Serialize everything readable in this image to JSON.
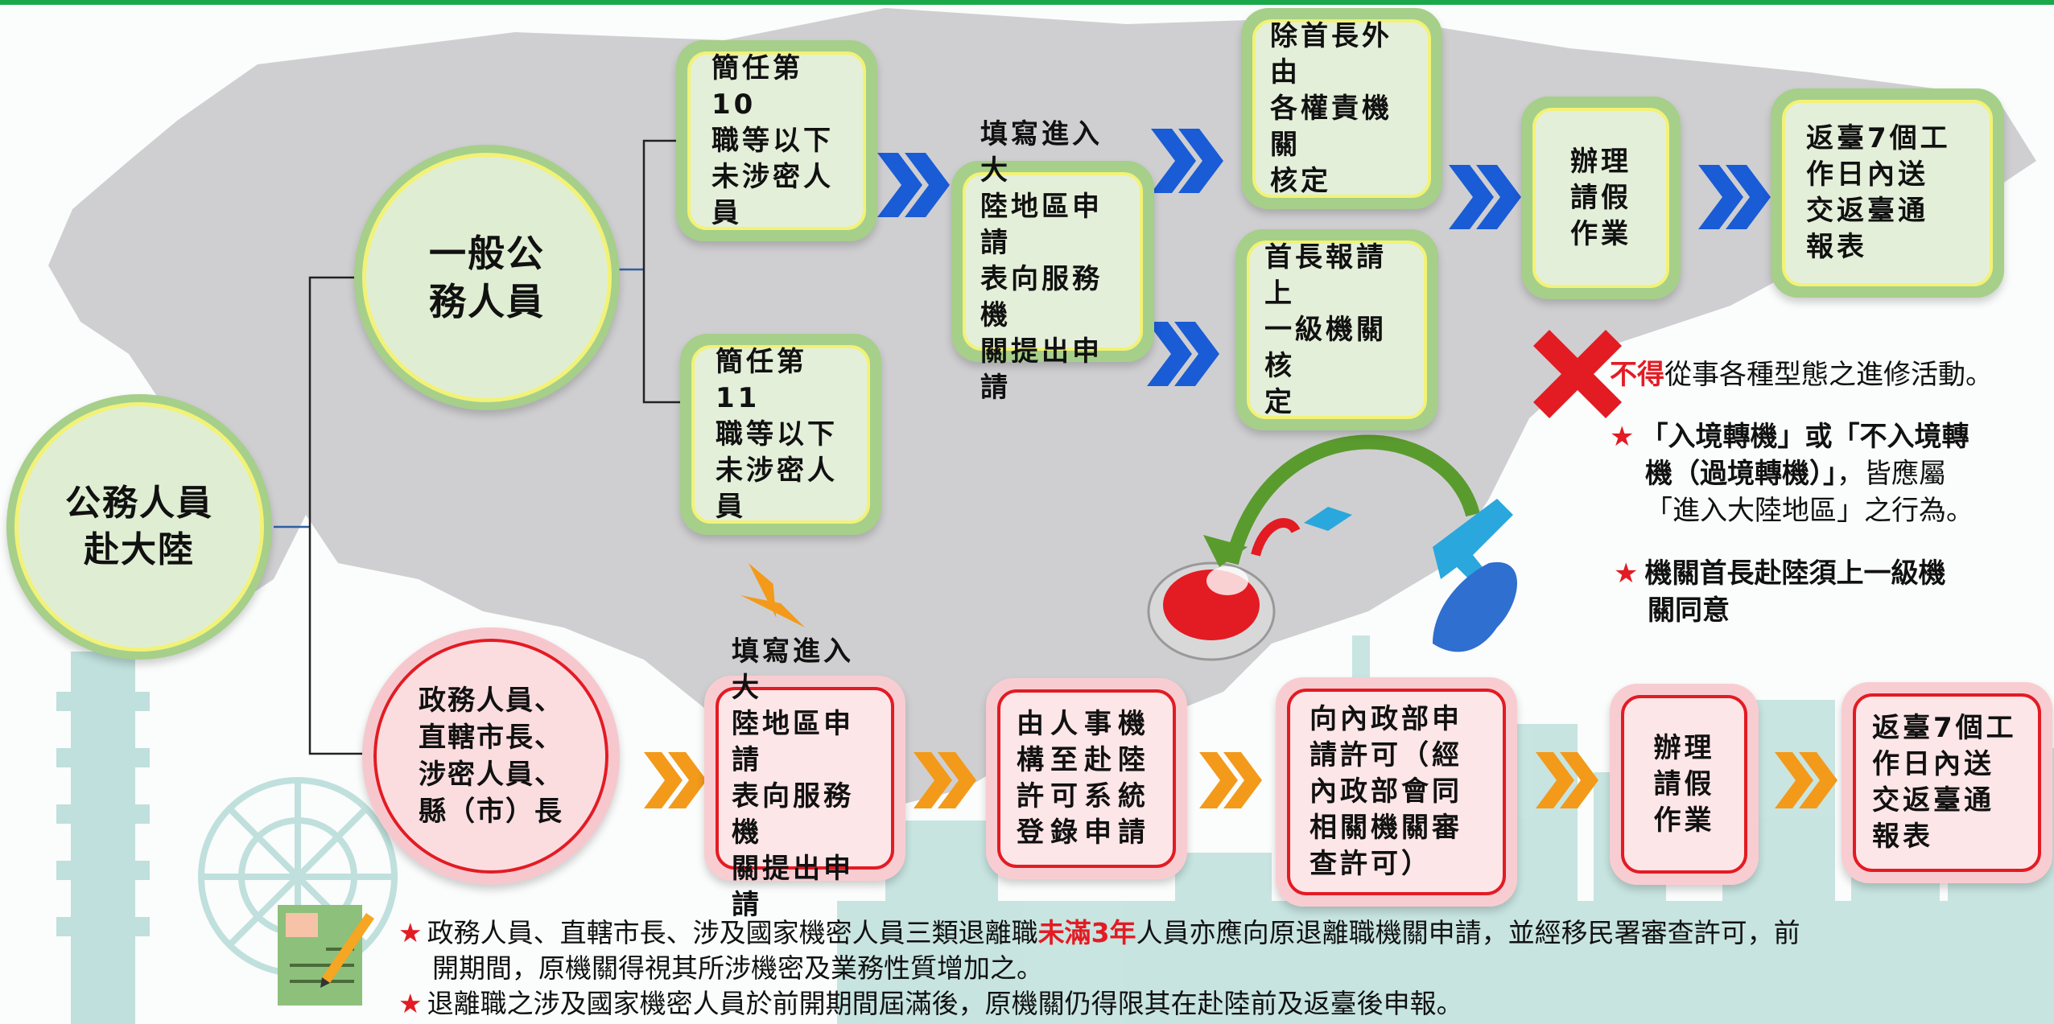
{
  "colors": {
    "green_fill": "#e4efda",
    "green_border": "#a6cf8a",
    "yellow_ring": "#f2f276",
    "pink_fill": "#fde6e8",
    "pink_border": "#e31b23",
    "blue_chevron": "#1a5bd6",
    "orange_chevron": "#f39a1a",
    "accent_red": "#e31b23"
  },
  "root": {
    "label": "公務人員\n赴大陸"
  },
  "general": {
    "label": "一般公\n務人員",
    "grade10": "簡任第10\n職等以下\n未涉密人\n員",
    "grade11": "簡任第11\n職等以下\n未涉密人\n員",
    "fill_form": "填寫進入大\n陸地區申請\n表向服務機\n關提出申請",
    "approve_agency": "除首長外由\n各權責機關\n核定",
    "approve_head": "首長報請上\n一級機關核\n定",
    "leave": "辦理\n請假\n作業",
    "report": "返臺7個工\n作日內送\n交返臺通\n報表"
  },
  "special": {
    "label": "政務人員、\n直轄市長、\n涉密人員、\n縣（市）長",
    "fill_form": "填寫進入大\n陸地區申請\n表向服務機\n關提出申請",
    "hr_register": "由人事機\n構至赴陸\n許可系統\n登錄申請",
    "moi_permit": "向內政部申\n請許可（經\n內政部會同\n相關機關審\n查許可）",
    "leave": "辦理\n請假\n作業",
    "report": "返臺7個工\n作日內送\n交返臺通\n報表"
  },
  "notes": {
    "no_study_red": "不得",
    "no_study_rest": "從事各種型態之進修活動。",
    "transit_star": "★",
    "transit_line1": "「入境轉機」或「不入境轉",
    "transit_line2_bold": "機（過境轉機）」",
    "transit_line2_rest": "，皆應屬",
    "transit_line3": "「進入大陸地區」之行為。",
    "head_star": "★",
    "head_line1": "機關首長赴陸須上一級機",
    "head_line2": "關同意"
  },
  "footer": {
    "star": "★",
    "line1_a": "政務人員、直轄市長、涉及國家機密人員三類退離職",
    "line1_red": "未滿3年",
    "line1_b": "人員亦應向原退離職機關申請，並經移民署審查許可，前",
    "line2": "開期間，原機關得視其所涉機密及業務性質增加之。",
    "line3": "退離職之涉及國家機密人員於前開期間屆滿後，原機關仍得限其在赴陸前及返臺後申報。"
  }
}
